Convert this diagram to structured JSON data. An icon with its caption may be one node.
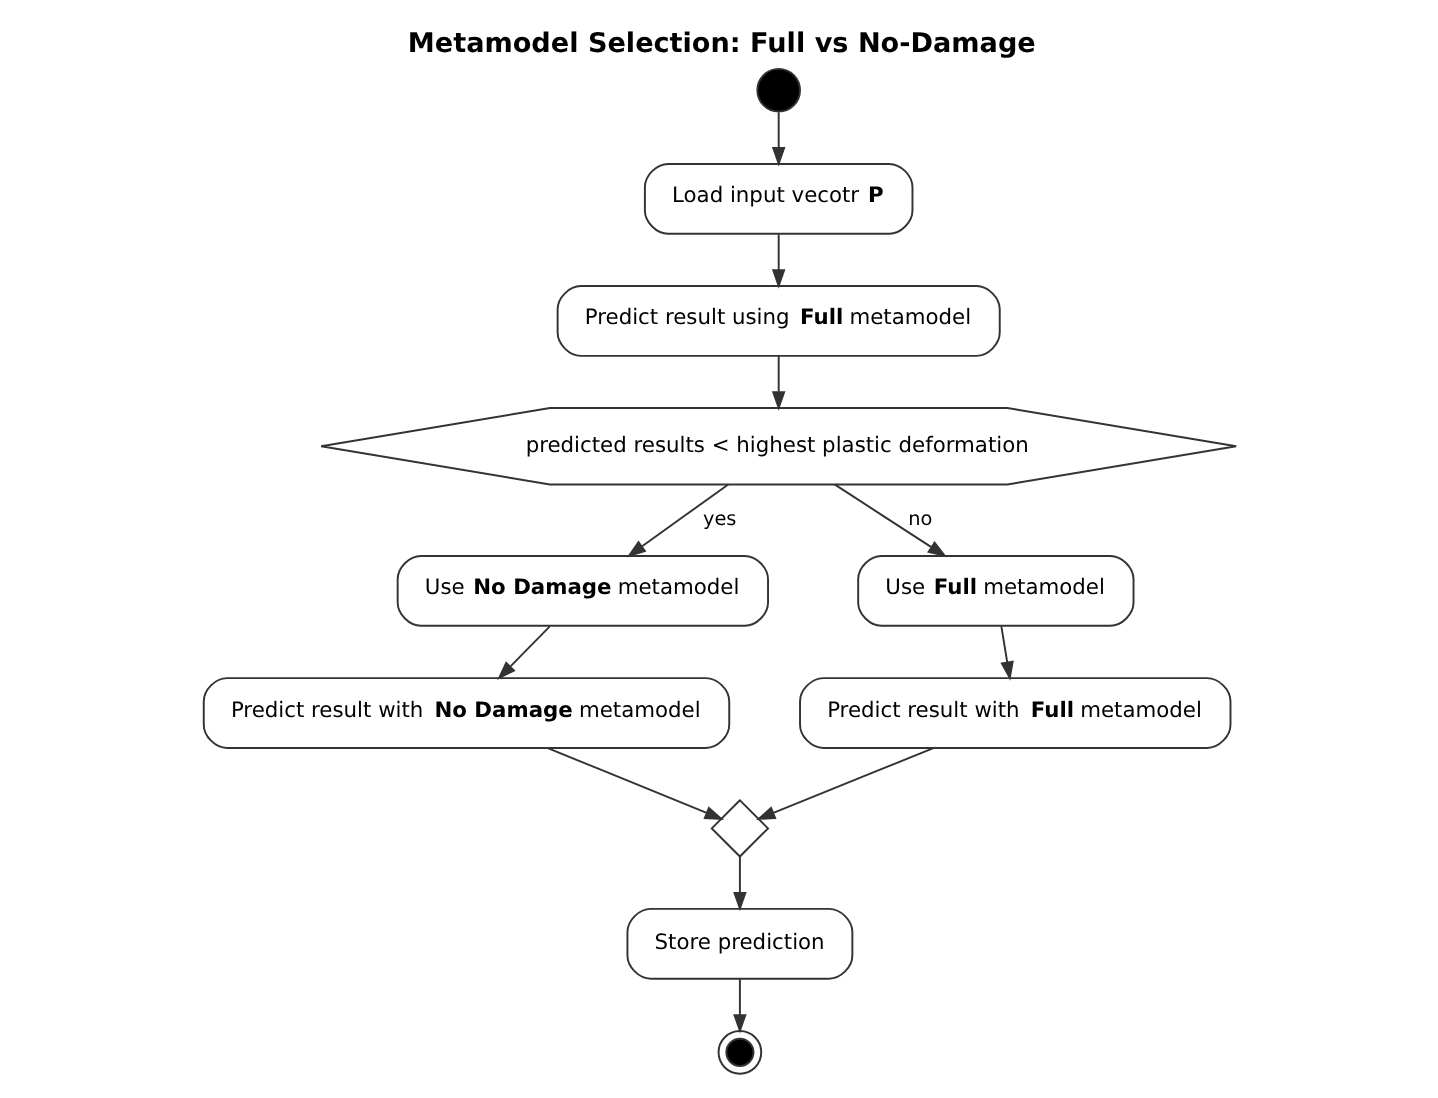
{
  "diagram": {
    "title": "Metamodel Selection: Full vs No-Damage",
    "nodes": [
      {
        "text": [],
        "shape": "circle"
      },
      {
        "text": [
          "Load input vecotr **P**"
        ]
      },
      {
        "text": [
          "Predict result using **Full** metamodel"
        ]
      },
      {
        "text": [
          "predicted results < highest plastic deformation"
        ]
      },
      {
        "text": [
          "Use **No Damage** metamodel"
        ]
      },
      {
        "text": [
          "Predict result with **No Damage** metamodel"
        ]
      },
      {
        "text": [
          "Use **Full** metamodel"
        ]
      },
      {
        "text": [
          "Predict result with **Full** metamodel"
        ]
      },
      {
        "text": [],
        "shape": "diamond"
      },
      {
        "text": [
          "Store prediction"
        ]
      },
      {
        "text": [],
        "shape": "circle"
      }
    ],
    "edges": [
      {
        "from": 0,
        "to": 1,
        "arrow": "to"
      },
      {
        "from": 1,
        "to": 2,
        "arrow": "to"
      },
      {
        "from": 2,
        "to": 3,
        "arrow": "to"
      },
      {
        "from": 3,
        "to": 4,
        "arrow": "to",
        "label": "yes"
      },
      {
        "from": 3,
        "to": 6,
        "arrow": "to",
        "label": "no"
      },
      {
        "from": 4,
        "to": 5,
        "arrow": "to"
      },
      {
        "from": 6,
        "to": 7,
        "arrow": "to"
      },
      {
        "from": 5,
        "to": 8,
        "arrow": "to"
      },
      {
        "from": 7,
        "to": 8,
        "arrow": "to"
      },
      {
        "from": 8,
        "to": 9,
        "arrow": "to"
      },
      {
        "from": 9,
        "to": 10,
        "arrow": "to"
      }
    ]
  }
}
